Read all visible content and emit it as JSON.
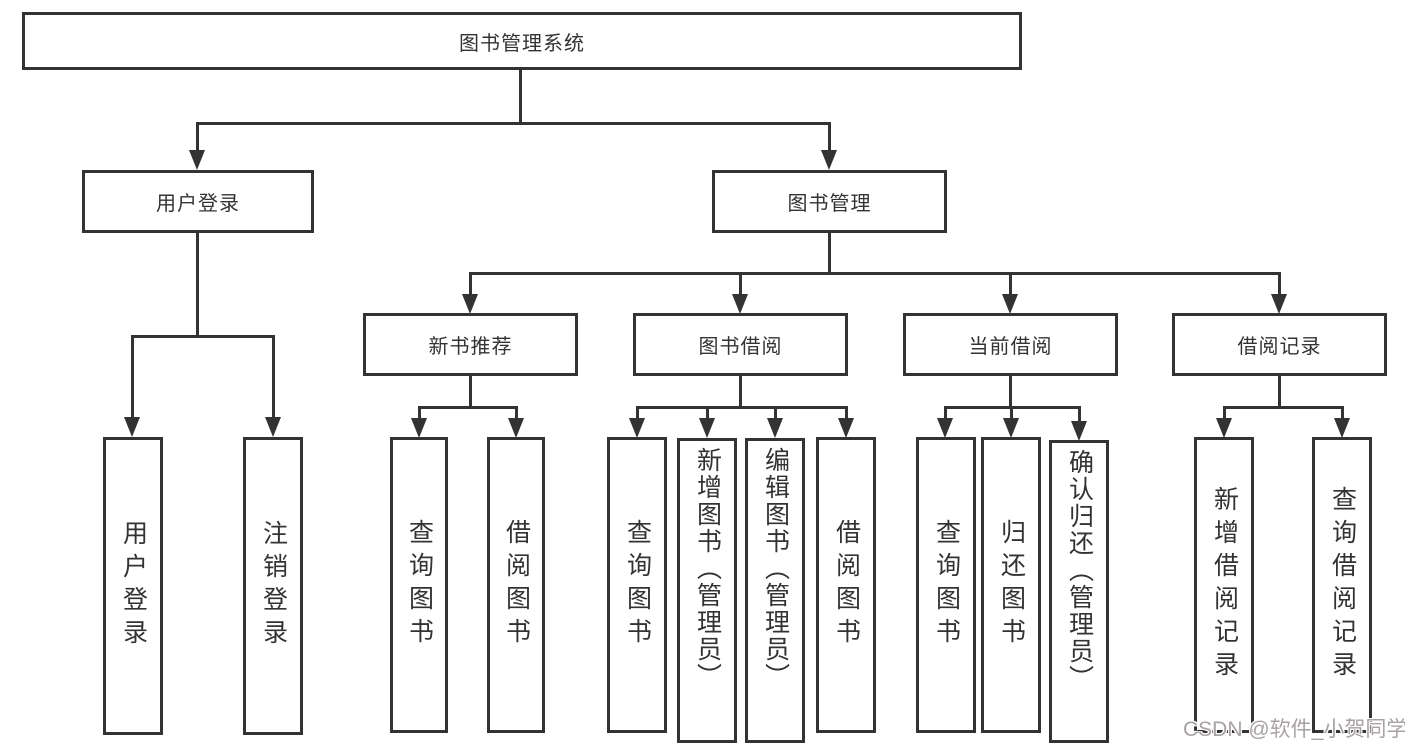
{
  "nodes": {
    "root": "图书管理系统",
    "user_login": "用户登录",
    "book_management": "图书管理",
    "new_book_recommend": "新书推荐",
    "book_borrowing": "图书借阅",
    "current_borrowing": "当前借阅",
    "borrowing_records": "借阅记录",
    "leaf_user_login": "用户登录",
    "leaf_logout": "注销登录",
    "leaf_query_books_recommend": "查询图书",
    "leaf_borrow_books_recommend": "借阅图书",
    "leaf_query_books_borrowing": "查询图书",
    "leaf_add_books_admin": "新增图书（管理员）",
    "leaf_edit_books_admin": "编辑图书（管理员）",
    "leaf_borrow_books_borrowing": "借阅图书",
    "leaf_query_books_current": "查询图书",
    "leaf_return_books": "归还图书",
    "leaf_confirm_return_admin": "确认归还（管理员）",
    "leaf_add_borrow_record": "新增借阅记录",
    "leaf_query_borrow_record": "查询借阅记录"
  },
  "watermark": "CSDN @软件_小贺同学",
  "colors": {
    "line": "#333333",
    "text": "#333333",
    "watermark": "#a8a2a2",
    "background": "#ffffff"
  }
}
